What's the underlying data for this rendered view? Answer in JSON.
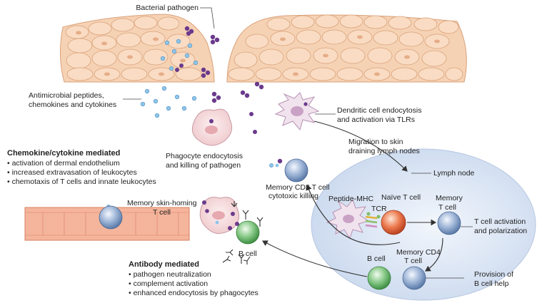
{
  "labels": {
    "bacterial_pathogen": "Bacterial pathogen",
    "antimicrobial_1": "Antimicrobial peptides,",
    "antimicrobial_2": "chemokines and cytokines",
    "dendritic_1": "Dendritic cell endocytosis",
    "dendritic_2": "and activation via TLRs",
    "migration_1": "Migration to skin",
    "migration_2": "draining lymph nodes",
    "lymph_node": "Lymph node",
    "phagocyte_1": "Phagocyte endocytosis",
    "phagocyte_2": "and killing of pathogen",
    "memory_cd8_1": "Memory CD8 T cell",
    "memory_cd8_2": "cytotoxic killing",
    "peptide_mhc": "Peptide-MHC",
    "naive_t_cell": "Naïve T cell",
    "tcr": "TCR",
    "memory_t_1": "Memory",
    "memory_t_2": "T cell",
    "activation_1": "T cell activation",
    "activation_2": "and polarization",
    "skin_homing_1": "Memory skin-homing",
    "skin_homing_2": "T cell",
    "b_cell_center": "B cell",
    "b_cell_node": "B cell",
    "memory_cd4_1": "Memory CD4",
    "memory_cd4_2": "T cell",
    "provision_1": "Provision of",
    "provision_2": "B cell help"
  },
  "chemokine_box": {
    "title": "Chemokine/cytokine mediated",
    "items": [
      "activation of dermal endothelium",
      "increased extravasation of leukocytes",
      "chemotaxis of T cells and innate leukocytes"
    ]
  },
  "antibody_box": {
    "title": "Antibody mediated",
    "items": [
      "pathogen neutralization",
      "complement activation",
      "enhanced endocytosis by phagocytes"
    ]
  },
  "colors": {
    "skin": "#f6d2b4",
    "skin_border": "#d9a17a",
    "bacteria": "#6b3a8c",
    "peptide": "#8ec5ea",
    "lymph_node": "#dce6f4",
    "t_cell": "#8aa6cc",
    "naive_t_cell": "#e0603a",
    "b_cell": "#6fba6f",
    "vessel": "#f4b59c"
  }
}
